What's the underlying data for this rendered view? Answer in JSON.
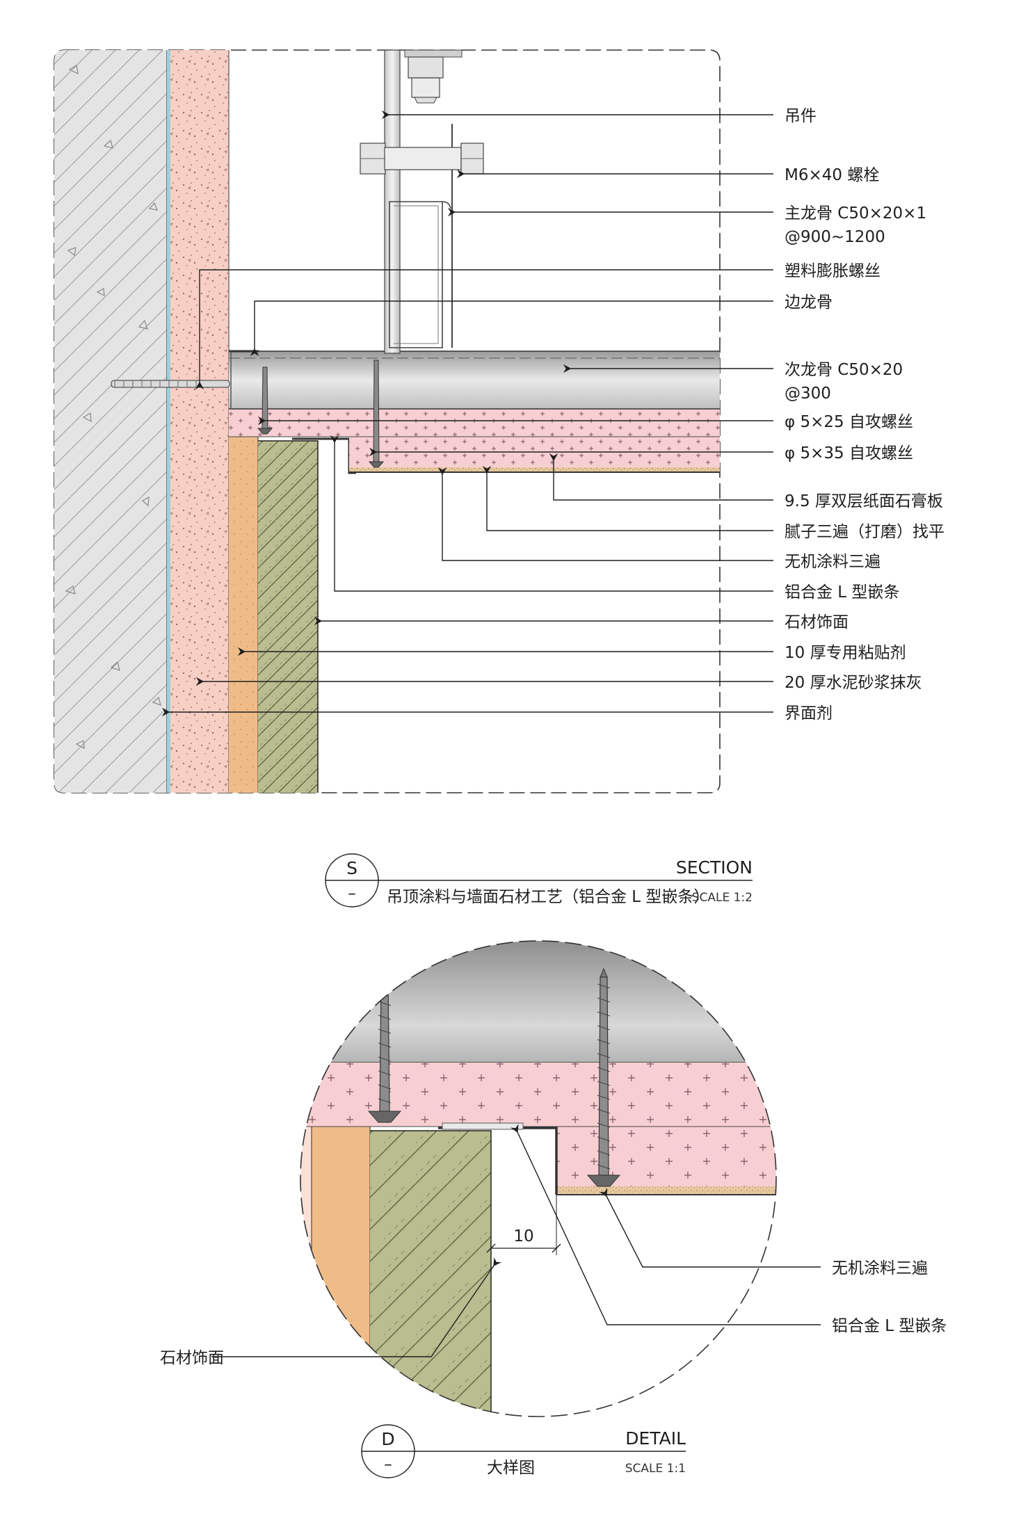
{
  "section_labels": [
    "吊件",
    "M6×40 螺栓",
    "主龙骨 C50×20×1",
    "@900~1200",
    "塑料膨胀螺丝",
    "边龙骨",
    "次龙骨 C50×20",
    "@300",
    "φ 5×25 自攻螺丝",
    "φ 5×35 自攻螺丝",
    "9.5 厚双层纸面石膏板",
    "腻子三遍（打磨）找平",
    "无机涂料三遍",
    "铝合金 L 型嵌条",
    "石材饰面",
    "10 厚专用粘贴剂",
    "20 厚水泥砂浆抹灰",
    "界面剂"
  ],
  "section_title": {
    "symbol": "S",
    "symbol_sub": "–",
    "kind": "SECTION",
    "name": "吊顶涂料与墙面石材工艺（铝合金 L 型嵌条）",
    "scale": "SCALE 1:2"
  },
  "detail_labels": {
    "coating": "无机涂料三遍",
    "trim": "铝合金 L 型嵌条",
    "stone": "石材饰面",
    "dimension": "10"
  },
  "detail_title": {
    "symbol": "D",
    "symbol_sub": "–",
    "kind": "DETAIL",
    "name": "大样图",
    "scale": "SCALE 1:1"
  },
  "colors": {
    "concrete": "#e4e4e4",
    "mortar": "#f8cfc4",
    "board": "#f7cfd2",
    "adhesive": "#efbc88",
    "stone": "#b9bd8f",
    "interface": "#9fd0da",
    "steel": "#d6d6d6"
  }
}
